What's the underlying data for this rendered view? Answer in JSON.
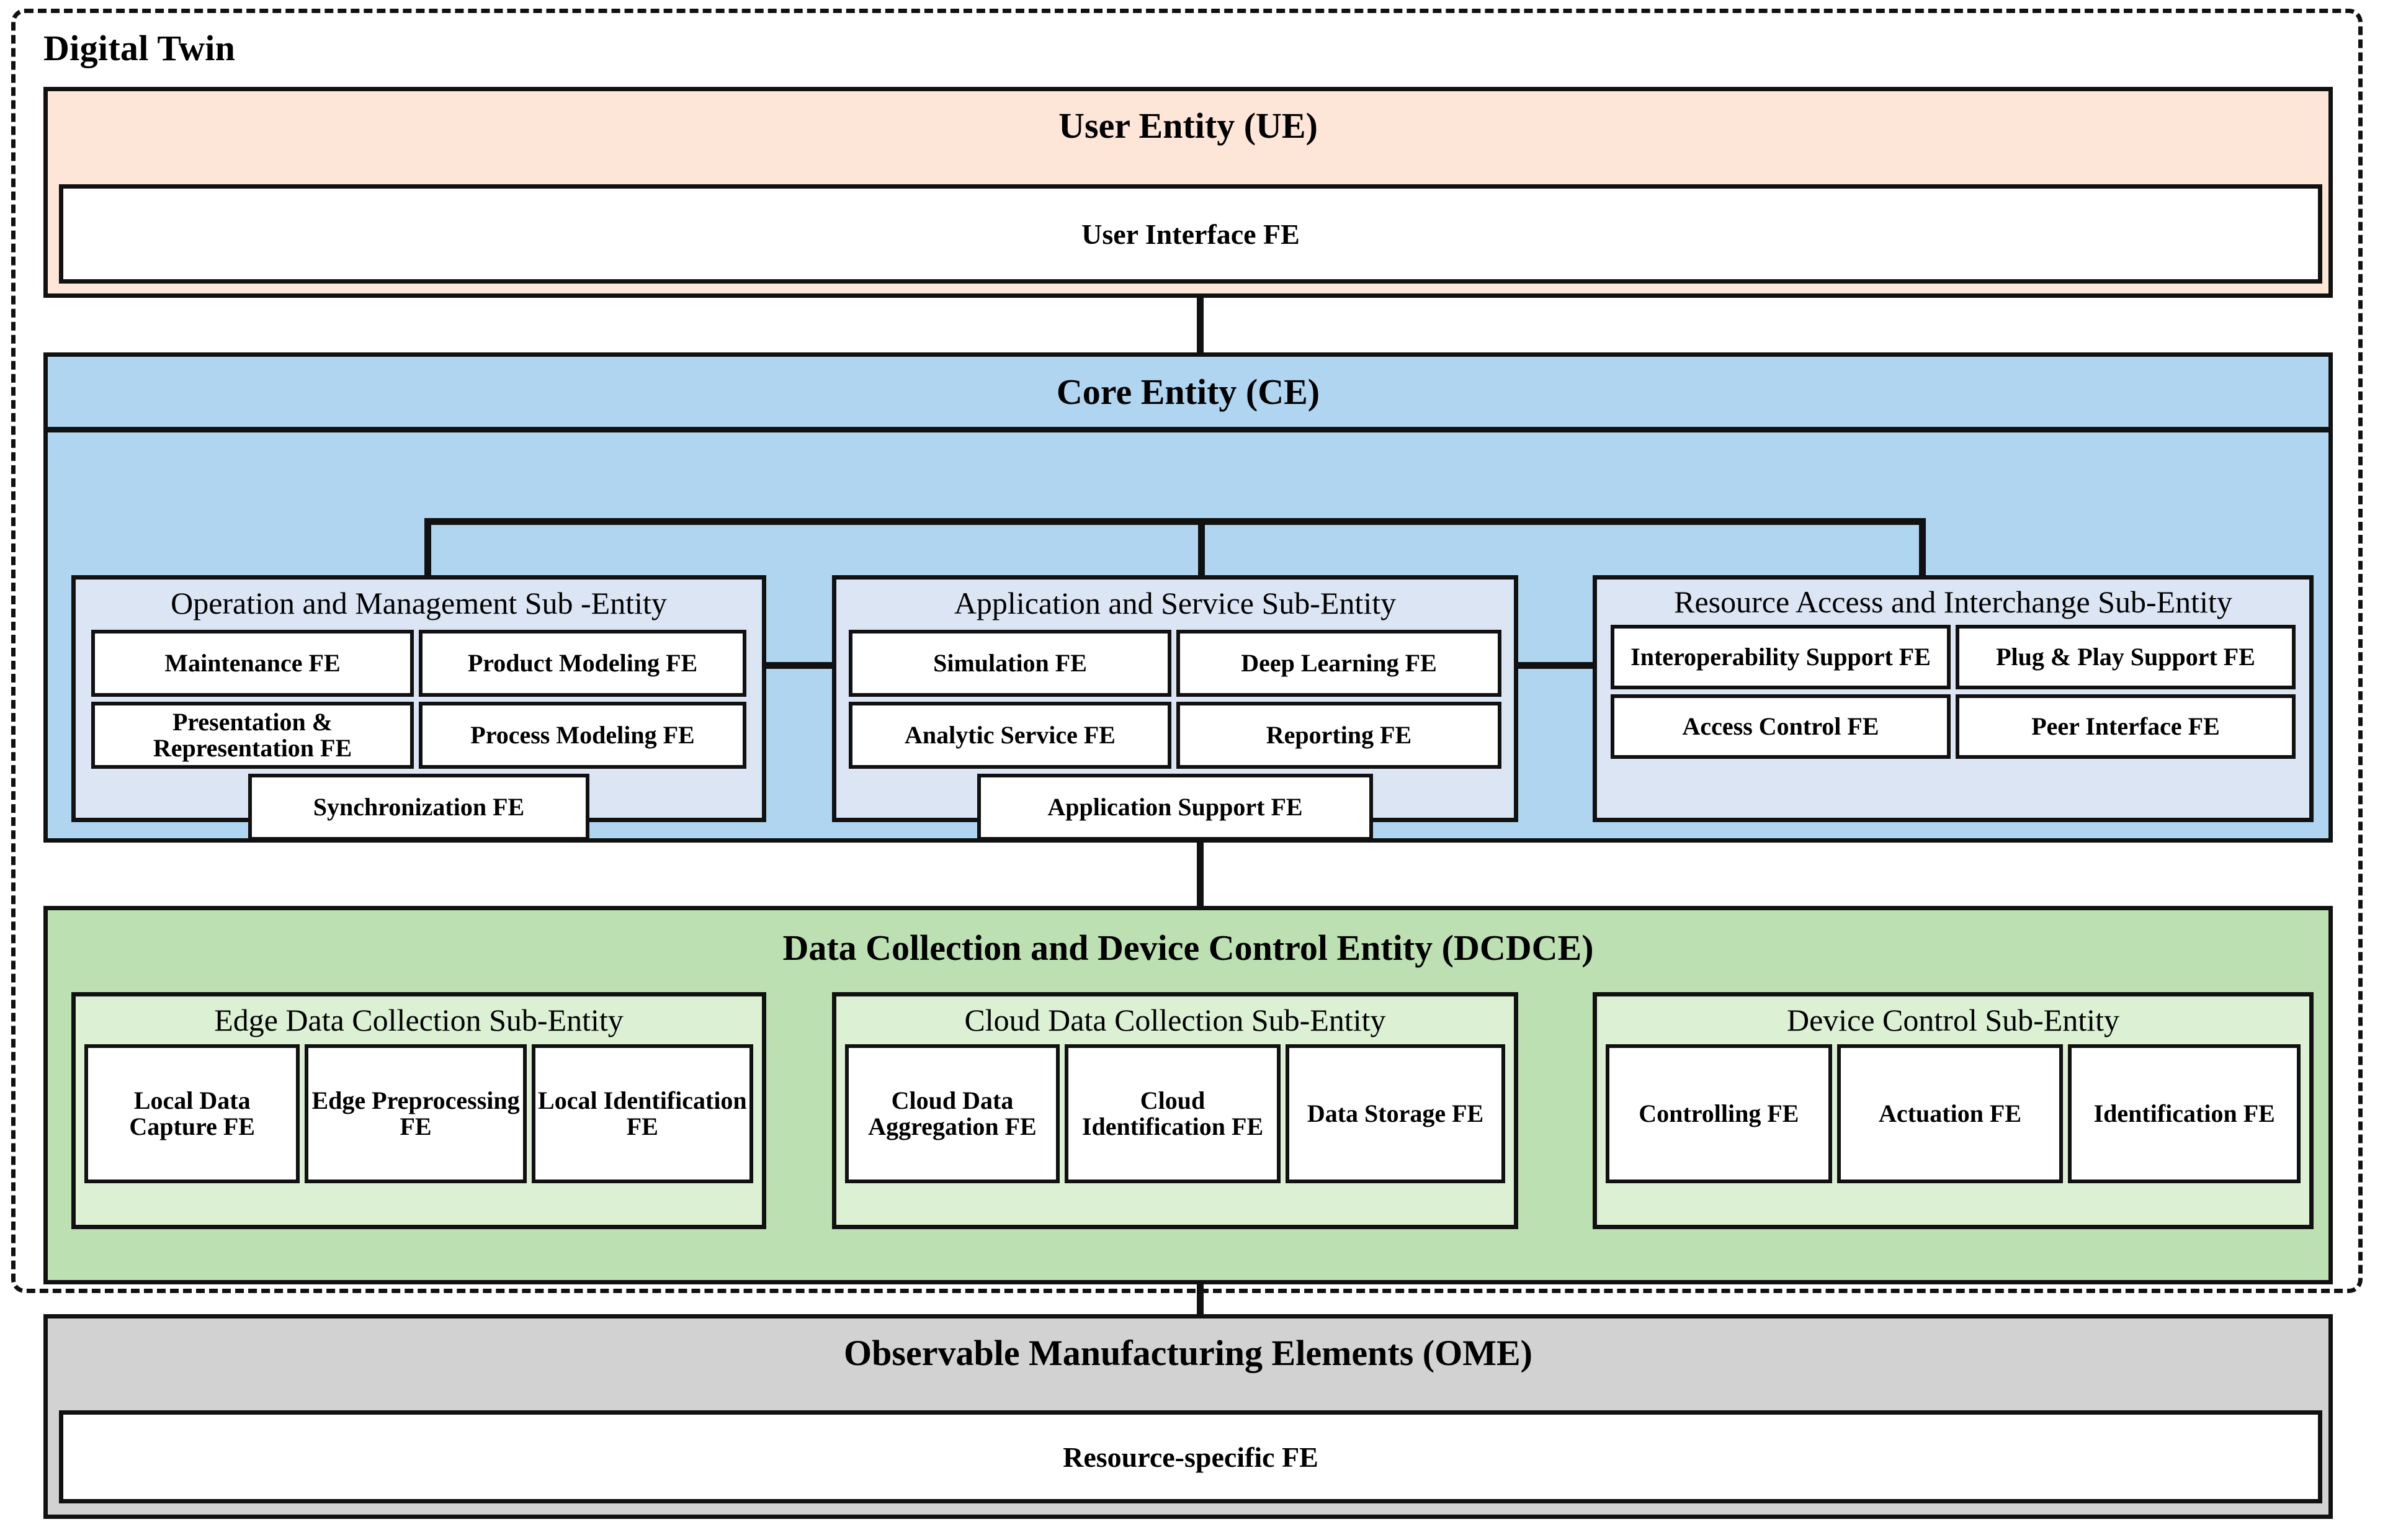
{
  "diagram": {
    "outer_label": "Digital Twin",
    "colors": {
      "user_entity": "#FDE5D8",
      "core_entity": "#AFD5F0",
      "core_sub_entity": "#DCE5F4",
      "dcdce": "#BCE0B2",
      "dcdce_sub_entity": "#DCF0D4",
      "ome": "#D2D2D2",
      "stroke": "#111111",
      "fe_fill": "#FFFFFF"
    }
  },
  "user_entity": {
    "title": "User Entity (UE)",
    "fe": "User Interface FE"
  },
  "core_entity": {
    "title": "Core Entity (CE)",
    "sub_entities": [
      {
        "title": "Operation and Management Sub -Entity",
        "fes": [
          "Maintenance FE",
          "Product Modeling FE",
          "Presentation & Representation FE",
          "Process Modeling FE",
          "Synchronization FE"
        ]
      },
      {
        "title": "Application and Service Sub-Entity",
        "fes": [
          "Simulation FE",
          "Deep Learning FE",
          "Analytic Service FE",
          "Reporting FE",
          "Application Support FE"
        ]
      },
      {
        "title": "Resource Access and Interchange Sub-Entity",
        "fes": [
          "Interoperability Support FE",
          "Plug & Play Support FE",
          "Access Control FE",
          "Peer Interface FE"
        ]
      }
    ]
  },
  "dcdce": {
    "title": "Data Collection and Device Control Entity (DCDCE)",
    "sub_entities": [
      {
        "title": "Edge Data Collection Sub-Entity",
        "fes": [
          "Local Data Capture FE",
          "Edge Preprocessing FE",
          "Local Identification FE"
        ]
      },
      {
        "title": "Cloud Data Collection Sub-Entity",
        "fes": [
          "Cloud Data Aggregation FE",
          "Cloud Identification FE",
          "Data Storage FE"
        ]
      },
      {
        "title": "Device Control Sub-Entity",
        "fes": [
          "Controlling FE",
          "Actuation FE",
          "Identification FE"
        ]
      }
    ]
  },
  "ome": {
    "title": "Observable Manufacturing Elements (OME)",
    "fe": "Resource-specific FE"
  }
}
